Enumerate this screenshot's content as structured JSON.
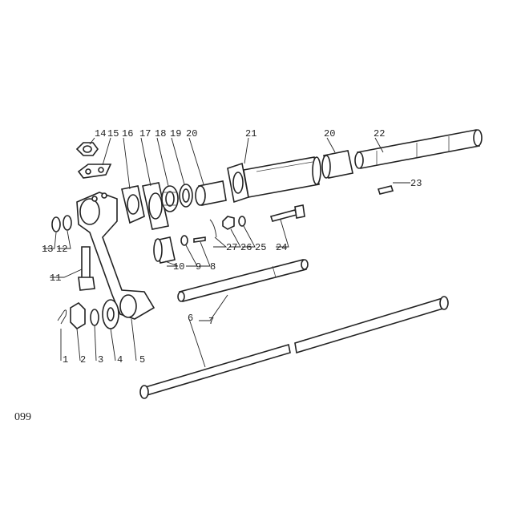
{
  "page_number": "099",
  "labels": {
    "p1": "1",
    "p2": "2",
    "p3": "3",
    "p4": "4",
    "p5": "5",
    "p6": "6",
    "p7": "7",
    "p8": "8",
    "p9": "9",
    "p10": "10",
    "p11": "11",
    "p12": "12",
    "p13": "13",
    "p14": "14",
    "p15": "15",
    "p16": "16",
    "p17": "17",
    "p18": "18",
    "p19": "19",
    "p20a": "20",
    "p20b": "20",
    "p21": "21",
    "p22": "22",
    "p23": "23",
    "p24": "24",
    "p25": "25",
    "p26": "26",
    "p27": "27"
  }
}
